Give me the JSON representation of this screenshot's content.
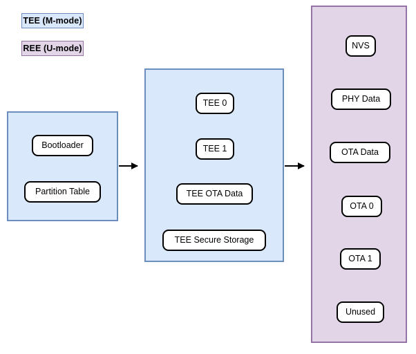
{
  "legend": [
    {
      "label": "TEE (M-mode)",
      "fill": "#dae8fc",
      "stroke": "#6c8ebf"
    },
    {
      "label": "REE (U-mode)",
      "fill": "#e1d5e7",
      "stroke": "#9673a6"
    }
  ],
  "containers": [
    {
      "name": "boot-region",
      "fill": "#dae8fc",
      "stroke": "#6c8ebf",
      "nodes": [
        {
          "label": "Bootloader"
        },
        {
          "label": "Partition Table"
        }
      ]
    },
    {
      "name": "tee-region",
      "fill": "#dae8fc",
      "stroke": "#6c8ebf",
      "nodes": [
        {
          "label": "TEE 0"
        },
        {
          "label": "TEE 1"
        },
        {
          "label": "TEE OTA Data"
        },
        {
          "label": "TEE Secure Storage"
        }
      ]
    },
    {
      "name": "ree-region",
      "fill": "#e1d5e7",
      "stroke": "#9673a6",
      "nodes": [
        {
          "label": "NVS"
        },
        {
          "label": "PHY Data"
        },
        {
          "label": "OTA Data"
        },
        {
          "label": "OTA 0"
        },
        {
          "label": "OTA 1"
        },
        {
          "label": "Unused"
        }
      ]
    }
  ],
  "arrows": [
    {
      "name": "arrow-boot-to-tee",
      "from": "boot-region",
      "to": "tee-region"
    },
    {
      "name": "arrow-tee-to-ree",
      "from": "tee-region",
      "to": "ree-region"
    }
  ]
}
